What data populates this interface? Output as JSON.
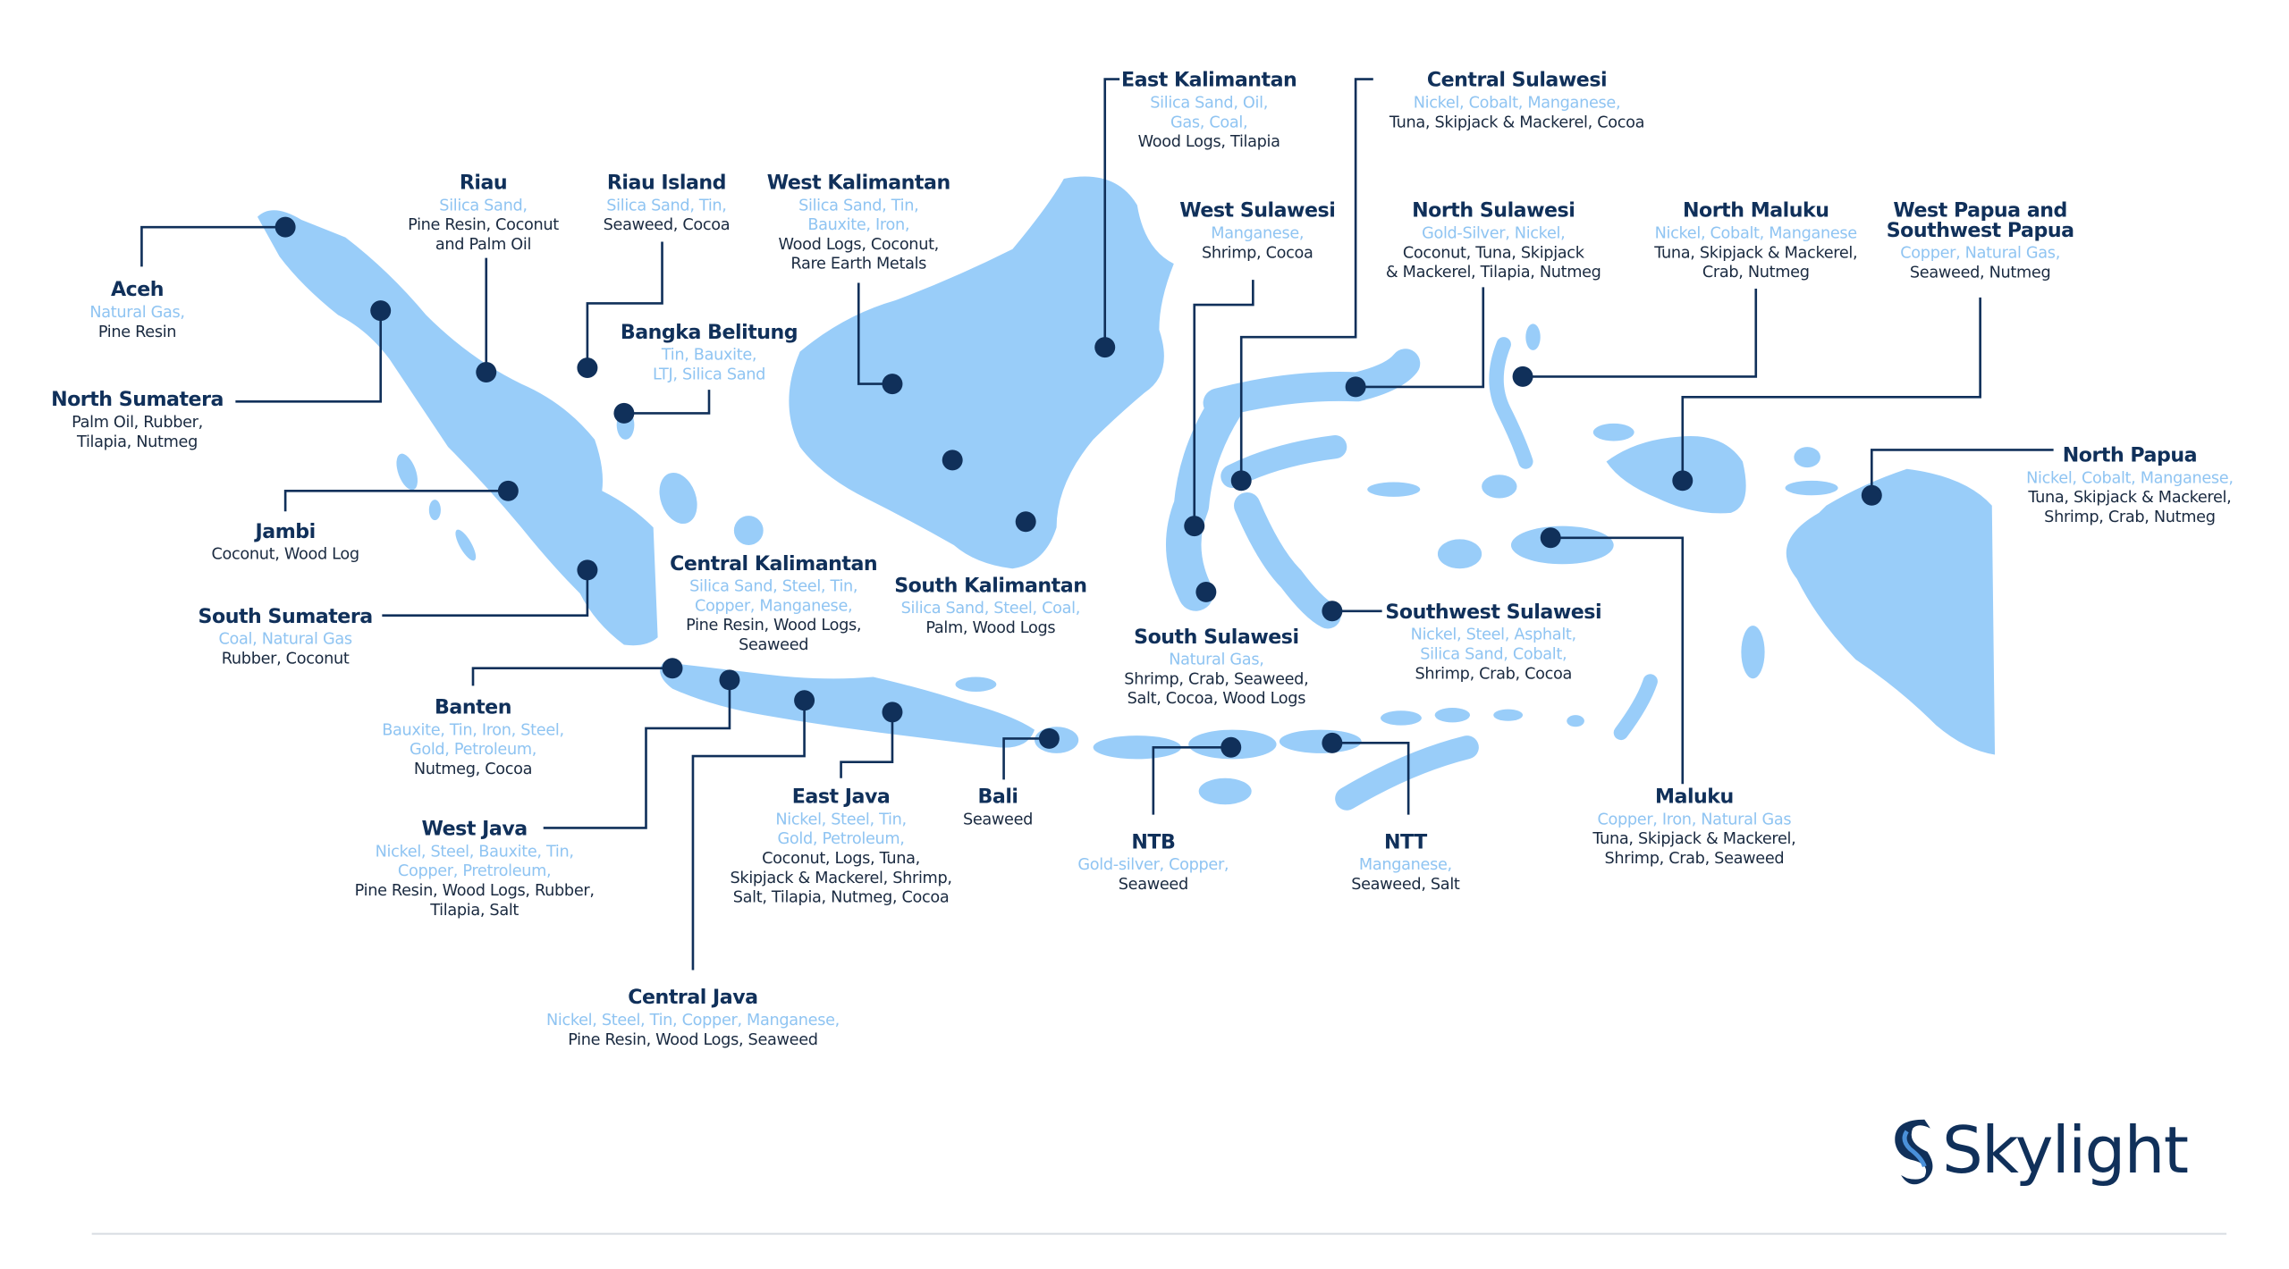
{
  "colors": {
    "land": "#99cdf9",
    "marker": "#10305a",
    "mineral_text": "#8fc4f2",
    "commodity_text": "#1a2a40"
  },
  "brand": {
    "logo_text": "Skylight",
    "logo_icon": "skylight-s-icon"
  },
  "regions": [
    {
      "name": [
        "Aceh"
      ],
      "minerals": [
        "Natural Gas,"
      ],
      "others": [
        "Pine Resin"
      ]
    },
    {
      "name": [
        "North Sumatera"
      ],
      "minerals": [],
      "others": [
        "Palm Oil, Rubber,",
        "Tilapia, Nutmeg"
      ]
    },
    {
      "name": [
        "Riau"
      ],
      "minerals": [
        "Silica Sand,"
      ],
      "others": [
        "Pine Resin, Coconut",
        "and Palm Oil"
      ]
    },
    {
      "name": [
        "Riau Island"
      ],
      "minerals": [
        "Silica Sand, Tin,"
      ],
      "others": [
        "Seaweed, Cocoa"
      ]
    },
    {
      "name": [
        "Bangka Belitung"
      ],
      "minerals": [
        "Tin, Bauxite,",
        "LTJ, Silica Sand"
      ],
      "others": []
    },
    {
      "name": [
        "Jambi"
      ],
      "minerals": [],
      "others": [
        "Coconut, Wood Log"
      ]
    },
    {
      "name": [
        "South Sumatera"
      ],
      "minerals": [
        "Coal, Natural Gas"
      ],
      "others": [
        "Rubber, Coconut"
      ]
    },
    {
      "name": [
        "West Kalimantan"
      ],
      "minerals": [
        "Silica Sand, Tin,",
        "Bauxite, Iron,"
      ],
      "others": [
        "Wood Logs, Coconut,",
        "Rare Earth Metals"
      ]
    },
    {
      "name": [
        "East Kalimantan"
      ],
      "minerals": [
        "Silica Sand, Oil,",
        "Gas, Coal,"
      ],
      "others": [
        "Wood Logs, Tilapia"
      ]
    },
    {
      "name": [
        "Central Kalimantan"
      ],
      "minerals": [
        "Silica Sand, Steel, Tin,",
        "Copper, Manganese,"
      ],
      "others": [
        "Pine Resin, Wood Logs,",
        "Seaweed"
      ]
    },
    {
      "name": [
        "South Kalimantan"
      ],
      "minerals": [
        "Silica Sand, Steel, Coal,"
      ],
      "others": [
        "Palm, Wood Logs"
      ]
    },
    {
      "name": [
        "West Sulawesi"
      ],
      "minerals": [
        "Manganese,"
      ],
      "others": [
        "Shrimp, Cocoa"
      ]
    },
    {
      "name": [
        "Central Sulawesi"
      ],
      "minerals": [
        "Nickel, Cobalt, Manganese,"
      ],
      "others": [
        "Tuna, Skipjack & Mackerel, Cocoa"
      ]
    },
    {
      "name": [
        "North Sulawesi"
      ],
      "minerals": [
        "Gold-Silver, Nickel,"
      ],
      "others": [
        "Coconut, Tuna, Skipjack",
        "& Mackerel, Tilapia, Nutmeg"
      ]
    },
    {
      "name": [
        "North Maluku"
      ],
      "minerals": [
        "Nickel, Cobalt, Manganese"
      ],
      "others": [
        "Tuna, Skipjack & Mackerel,",
        "Crab, Nutmeg"
      ]
    },
    {
      "name": [
        "West Papua and",
        "Southwest Papua"
      ],
      "minerals": [
        "Copper, Natural Gas,"
      ],
      "others": [
        "Seaweed, Nutmeg"
      ]
    },
    {
      "name": [
        "North Papua"
      ],
      "minerals": [
        "Nickel, Cobalt, Manganese,"
      ],
      "others": [
        "Tuna, Skipjack & Mackerel,",
        "Shrimp, Crab, Nutmeg"
      ]
    },
    {
      "name": [
        "South Sulawesi"
      ],
      "minerals": [
        "Natural Gas,"
      ],
      "others": [
        "Shrimp, Crab, Seaweed,",
        "Salt, Cocoa, Wood Logs"
      ]
    },
    {
      "name": [
        "Southwest Sulawesi"
      ],
      "minerals": [
        "Nickel, Steel, Asphalt,",
        "Silica Sand, Cobalt,"
      ],
      "others": [
        "Shrimp, Crab, Cocoa"
      ]
    },
    {
      "name": [
        "Maluku"
      ],
      "minerals": [
        "Copper, Iron, Natural Gas"
      ],
      "others": [
        "Tuna, Skipjack & Mackerel,",
        "Shrimp, Crab, Seaweed"
      ]
    },
    {
      "name": [
        "NTT"
      ],
      "minerals": [
        "Manganese,"
      ],
      "others": [
        "Seaweed, Salt"
      ]
    },
    {
      "name": [
        "NTB"
      ],
      "minerals": [
        "Gold-silver, Copper,"
      ],
      "others": [
        "Seaweed"
      ]
    },
    {
      "name": [
        "Bali"
      ],
      "minerals": [],
      "others": [
        "Seaweed"
      ]
    },
    {
      "name": [
        "East Java"
      ],
      "minerals": [
        "Nickel, Steel, Tin,",
        "Gold, Petroleum,"
      ],
      "others": [
        "Coconut, Logs, Tuna,",
        "Skipjack & Mackerel, Shrimp,",
        "Salt, Tilapia, Nutmeg, Cocoa"
      ]
    },
    {
      "name": [
        "Central Java"
      ],
      "minerals": [
        "Nickel, Steel, Tin, Copper, Manganese,"
      ],
      "others": [
        "Pine Resin, Wood Logs, Seaweed"
      ]
    },
    {
      "name": [
        "West Java"
      ],
      "minerals": [
        "Nickel, Steel, Bauxite, Tin,",
        "Copper, Pretroleum,"
      ],
      "others": [
        "Pine Resin, Wood Logs, Rubber,",
        "Tilapia, Salt"
      ]
    },
    {
      "name": [
        "Banten"
      ],
      "minerals": [
        "Bauxite, Tin, Iron, Steel,",
        "Gold, Petroleum,"
      ],
      "others": [
        "Nutmeg, Cocoa"
      ]
    }
  ]
}
